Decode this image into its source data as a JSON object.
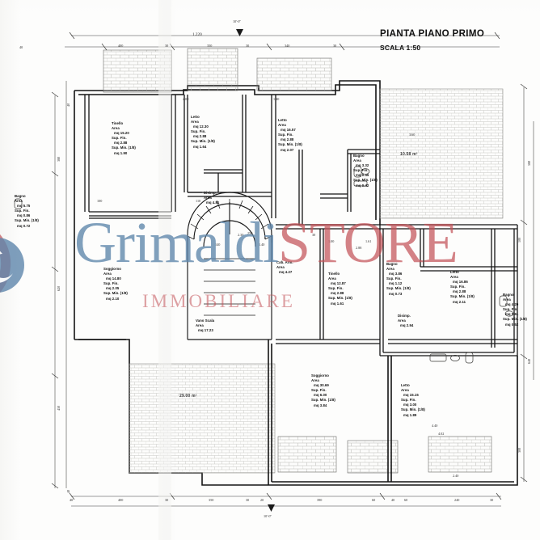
{
  "document": {
    "title": "PIANTA PIANO PRIMO",
    "scale": "SCALA 1:50"
  },
  "watermark": {
    "brand_first": "Grimaldi",
    "brand_second": "STORE",
    "tagline": "IMMOBILIARE",
    "color_blue": "#5e86ab",
    "color_red": "#c4545a"
  },
  "rooms": [
    {
      "name": "Tinello",
      "area_label": "Area",
      "area": "mq 15.20",
      "sf_label": "Sup. Fin.",
      "sf": "mq 2.88",
      "sm_label": "Sup. Min. (1/8)",
      "sm": "mq 1.90"
    },
    {
      "name": "Letto",
      "area_label": "Area",
      "area": "mq 12.30",
      "sf_label": "Sup. Fin.",
      "sf": "mq 2.88",
      "sm_label": "Sup. Min. (1/8)",
      "sm": "mq 1.64"
    },
    {
      "name": "Letto",
      "area_label": "Area",
      "area": "mq 16.57",
      "sf_label": "Sup. Fin.",
      "sf": "mq 2.88",
      "sm_label": "Sup. Min. (1/8)",
      "sm": "mq 2.07"
    },
    {
      "name": "Bagno",
      "area_label": "Area",
      "area": "mq 3.32",
      "sf_label": "Sup. Fin.",
      "sf": "mq 0.45",
      "sm_label": "Sup. Min. (1/8)",
      "sm": "mq 0.42"
    },
    {
      "name": "Bagno",
      "area_label": "Area",
      "area": "mq 5.75",
      "sf_label": "Sup. Fin.",
      "sf": "mq 0.86",
      "sm_label": "Sup. Min. (1/8)",
      "sm": "mq 0.72"
    },
    {
      "name": "Soggiorno",
      "area_label": "Area",
      "area": "mq 14.80",
      "sf_label": "Sup. Fin.",
      "sf": "mq 2.05",
      "sm_label": "Sup. Min. (1/8)",
      "sm": "mq 2.10"
    },
    {
      "name": "Disimp.",
      "area_label": "Area",
      "area": "mq 4.81",
      "sf_label": "",
      "sf": "",
      "sm_label": "",
      "sm": ""
    },
    {
      "name": "Cab. Arm.",
      "area_label": "Area",
      "area": "mq 4.27",
      "sf_label": "",
      "sf": "",
      "sm_label": "",
      "sm": ""
    },
    {
      "name": "Tinello",
      "area_label": "Area",
      "area": "mq 12.87",
      "sf_label": "Sup. Fin.",
      "sf": "mq 2.88",
      "sm_label": "Sup. Min. (1/8)",
      "sm": "mq 1.61"
    },
    {
      "name": "Bagno",
      "area_label": "Area",
      "area": "mq 3.86",
      "sf_label": "Sup. Fin.",
      "sf": "mq 1.12",
      "sm_label": "Sup. Min. (1/8)",
      "sm": "mq 0.73"
    },
    {
      "name": "Letto",
      "area_label": "Area",
      "area": "mq 16.86",
      "sf_label": "Sup. Fin.",
      "sf": "mq 2.88",
      "sm_label": "Sup. Min. (1/8)",
      "sm": "mq 2.11"
    },
    {
      "name": "Bagno",
      "area_label": "Area",
      "area": "mq 4.20",
      "sf_label": "Sup. Fin.",
      "sf": "mq 0.61",
      "sm_label": "Sup. Min. (1/8)",
      "sm": "mq 0.52"
    },
    {
      "name": "Disimp.",
      "area_label": "Area",
      "area": "mq 2.94",
      "sf_label": "",
      "sf": "",
      "sm_label": "",
      "sm": ""
    },
    {
      "name": "Soggiorno",
      "area_label": "Area",
      "area": "mq 30.69",
      "sf_label": "Sup. Fin.",
      "sf": "mq 6.00",
      "sm_label": "Sup. Min. (1/8)",
      "sm": "mq 3.84"
    },
    {
      "name": "Letto",
      "area_label": "Area",
      "area": "mq 15.15",
      "sf_label": "Sup. Fin.",
      "sf": "mq 3.00",
      "sm_label": "Sup. Min. (1/8)",
      "sm": "mq 1.89"
    },
    {
      "name": "Vano Scala",
      "area_label": "Area",
      "area": "mq 17.23",
      "sf_label": "",
      "sf": "",
      "sm_label": "",
      "sm": ""
    }
  ],
  "area_tags": {
    "terrace_left": "29.00 m²",
    "terrace_right": "10.58 m²"
  },
  "dimensions": {
    "top_overall": "1.220",
    "top_run": [
      "40",
      "400",
      "30",
      "350",
      "30",
      "340",
      "30"
    ],
    "left_run": [
      "40",
      "380",
      "620",
      "450",
      "40"
    ],
    "right_run": [
      "580",
      "100",
      "640",
      "300"
    ],
    "bottom_run": [
      "40",
      "400",
      "30",
      "350",
      "30",
      "20",
      "390",
      "60",
      "40",
      "60",
      "240",
      "30"
    ],
    "inner": [
      "2.00",
      "1.40",
      "2.30",
      "1.40",
      "1.00",
      "1.61",
      "3.60",
      "2.88",
      "140",
      "250",
      "30",
      "100",
      "110",
      "4.40",
      "4.02",
      "2.40"
    ]
  },
  "markers": {
    "north_top": "10'-0\"",
    "north_bottom": "10'-0\""
  }
}
